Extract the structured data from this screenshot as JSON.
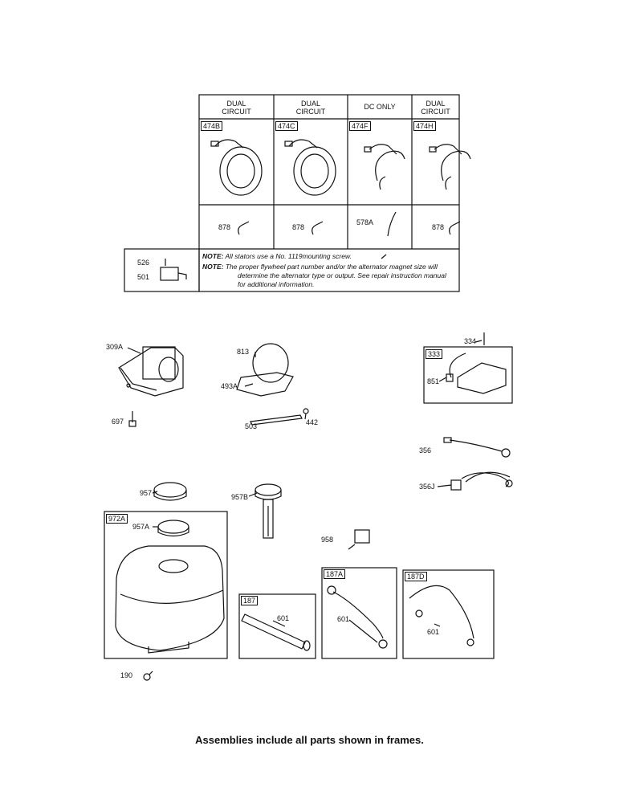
{
  "stator_table": {
    "headers": [
      {
        "line1": "DUAL",
        "line2": "CIRCUIT"
      },
      {
        "line1": "DUAL",
        "line2": "CIRCUIT"
      },
      {
        "line1": "DC ONLY",
        "line2": ""
      },
      {
        "line1": "DUAL",
        "line2": "CIRCUIT"
      }
    ],
    "stator_parts": [
      "474B",
      "474C",
      "474F",
      "474H"
    ],
    "lead_parts": [
      "878",
      "878",
      "578A",
      "878"
    ],
    "side_parts": [
      "526",
      "501"
    ],
    "note1": {
      "prefix": "NOTE:",
      "text": "All stators use a No. 1119mounting screw."
    },
    "note2": {
      "prefix": "NOTE:",
      "line1": "The proper flywheel part number and/or the alternator magnet size will",
      "line2": "determine the alternator type or output. See repair instruction manual",
      "line3": "for additional information."
    }
  },
  "parts": {
    "p309A": "309A",
    "p697": "697",
    "p813": "813",
    "p493A": "493A",
    "p503": "503",
    "p442": "442",
    "p334": "334",
    "p333": "333",
    "p851": "851",
    "p356": "356",
    "p356J": "356J",
    "p957": "957",
    "p957B": "957B",
    "p972A": "972A",
    "p957A": "957A",
    "p958": "958",
    "p187": "187",
    "p187A": "187A",
    "p187D": "187D",
    "p601a": "601",
    "p601b": "601",
    "p601c": "601",
    "p190": "190"
  },
  "caption": "Assemblies include all parts shown in frames."
}
